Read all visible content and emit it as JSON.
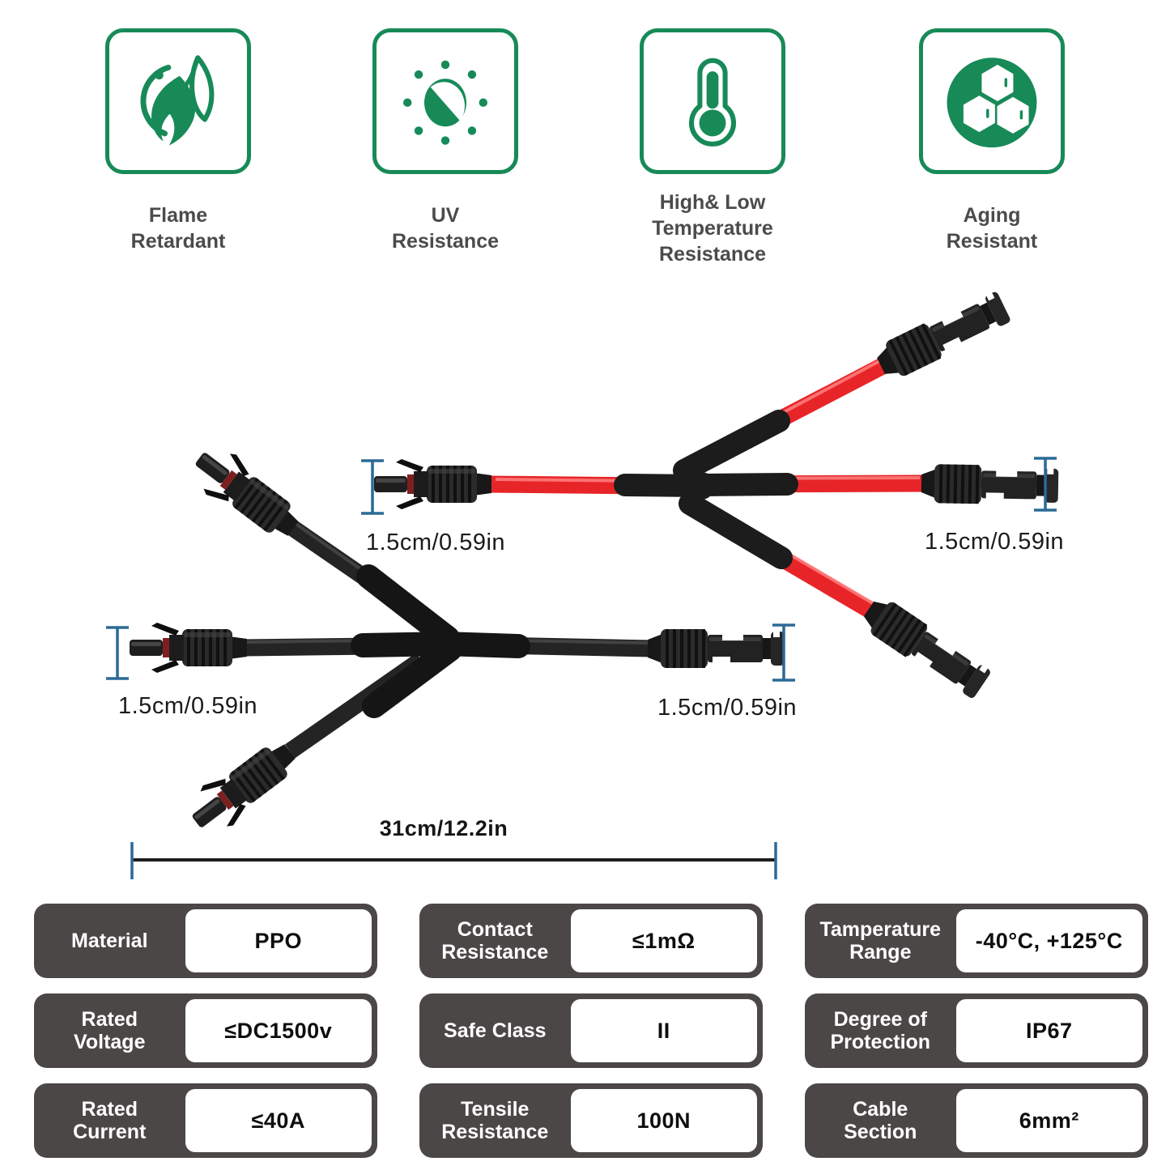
{
  "colors": {
    "brand_green": "#178A58",
    "cable_red": "#E72528",
    "connector_black": "#232323",
    "table_dark": "#4C4747",
    "dimension_blue": "#2B6A96"
  },
  "features": [
    {
      "icon": "flame-retardant-icon",
      "label": "Flame\nRetardant"
    },
    {
      "icon": "uv-resistance-icon",
      "label": "UV\nResistance"
    },
    {
      "icon": "temperature-resistance-icon",
      "label": "High& Low\nTemperature\nResistance"
    },
    {
      "icon": "aging-resistant-icon",
      "label": "Aging\nResistant"
    }
  ],
  "diagram": {
    "dim_labels": {
      "red_left": "1.5cm/0.59in",
      "red_right": "1.5cm/0.59in",
      "black_left": "1.5cm/0.59in",
      "black_right": "1.5cm/0.59in",
      "total_length": "31cm/12.2in"
    }
  },
  "specs": {
    "rows": [
      {
        "label": "Material",
        "value": "PPO"
      },
      {
        "label": "Contact\nResistance",
        "value": "≤1mΩ"
      },
      {
        "label": "Tamperature\nRange",
        "value": "-40°C, +125°C"
      },
      {
        "label": "Rated\nVoltage",
        "value": "≤DC1500v"
      },
      {
        "label": "Safe Class",
        "value": "II"
      },
      {
        "label": "Degree of\nProtection",
        "value": "IP67"
      },
      {
        "label": "Rated\nCurrent",
        "value": "≤40A"
      },
      {
        "label": "Tensile\nResistance",
        "value": "100N"
      },
      {
        "label": "Cable\nSection",
        "value": "6mm²"
      }
    ]
  }
}
